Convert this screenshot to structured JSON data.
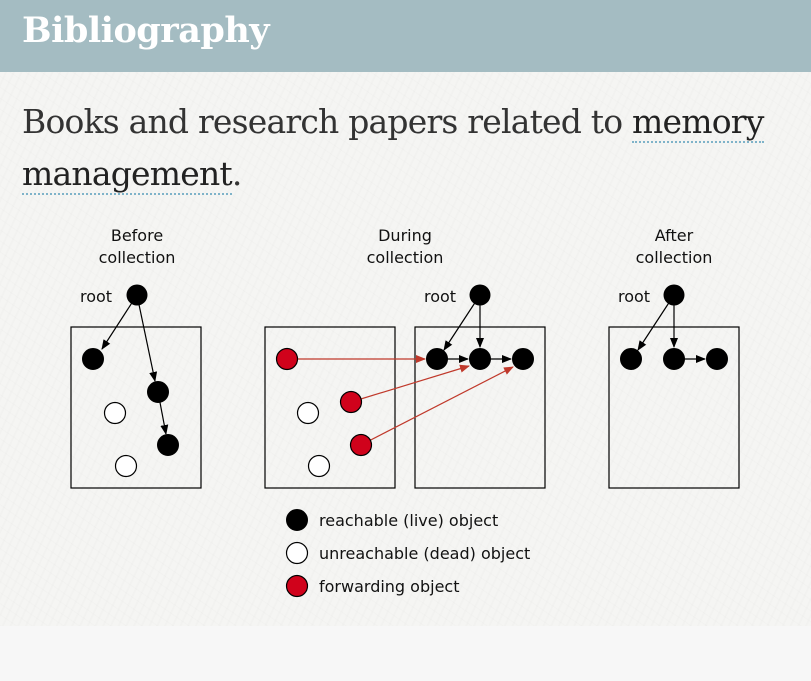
{
  "header": {
    "title": "Bibliography"
  },
  "intro": {
    "text_before": "Books and research papers related to ",
    "link1": "memory",
    "text_between": " ",
    "link2": "management",
    "text_after": "."
  },
  "diagram": {
    "panels": [
      {
        "title_line1": "Before",
        "title_line2": "collection",
        "root_label": "root"
      },
      {
        "title_line1": "During",
        "title_line2": "collection",
        "root_label": "root"
      },
      {
        "title_line1": "After",
        "title_line2": "collection",
        "root_label": "root"
      }
    ],
    "legend": [
      {
        "label": "reachable (live) object",
        "kind": "reachable"
      },
      {
        "label": "unreachable (dead) object",
        "kind": "unreachable"
      },
      {
        "label": "forwarding object",
        "kind": "forwarding"
      }
    ],
    "colors": {
      "reachable": "#000000",
      "unreachable": "#ffffff",
      "forwarding": "#d0021b",
      "forward_arrow": "#c0392b",
      "header": "#a4bcc2"
    }
  }
}
